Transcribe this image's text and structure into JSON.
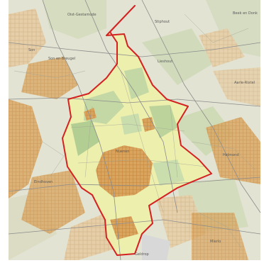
{
  "map": {
    "colors": {
      "base": "#e2e3d2",
      "field": "#d8dcc0",
      "forest": "#bdd5a4",
      "forest_dark": "#a9c98e",
      "highlight": "#f3f3a6",
      "built": "#d9a45e",
      "built_dark": "#c8873c",
      "road": "#8c8c8c",
      "minor_road": "#a0a396",
      "boundary": "#d42121"
    },
    "places": [
      {
        "id": "oost-geldersche",
        "label": "Oist-Gestamode"
      },
      {
        "id": "son",
        "label": "Son"
      },
      {
        "id": "son-en-breugel",
        "label": "Son en Breugel"
      },
      {
        "id": "stiphout-n",
        "label": "Stiphout"
      },
      {
        "id": "beek-en-donk",
        "label": "Beek en Donk"
      },
      {
        "id": "lieshout",
        "label": "Lieshout"
      },
      {
        "id": "aarle-rixtel",
        "label": "Aarle-Rixtel"
      },
      {
        "id": "nuenen",
        "label": "Nuenen"
      },
      {
        "id": "helmond",
        "label": "Helmond"
      },
      {
        "id": "eindhoven",
        "label": "Eindhoven"
      },
      {
        "id": "mierlo",
        "label": "Mierlo"
      },
      {
        "id": "geldrop",
        "label": "Geldrop"
      }
    ]
  }
}
